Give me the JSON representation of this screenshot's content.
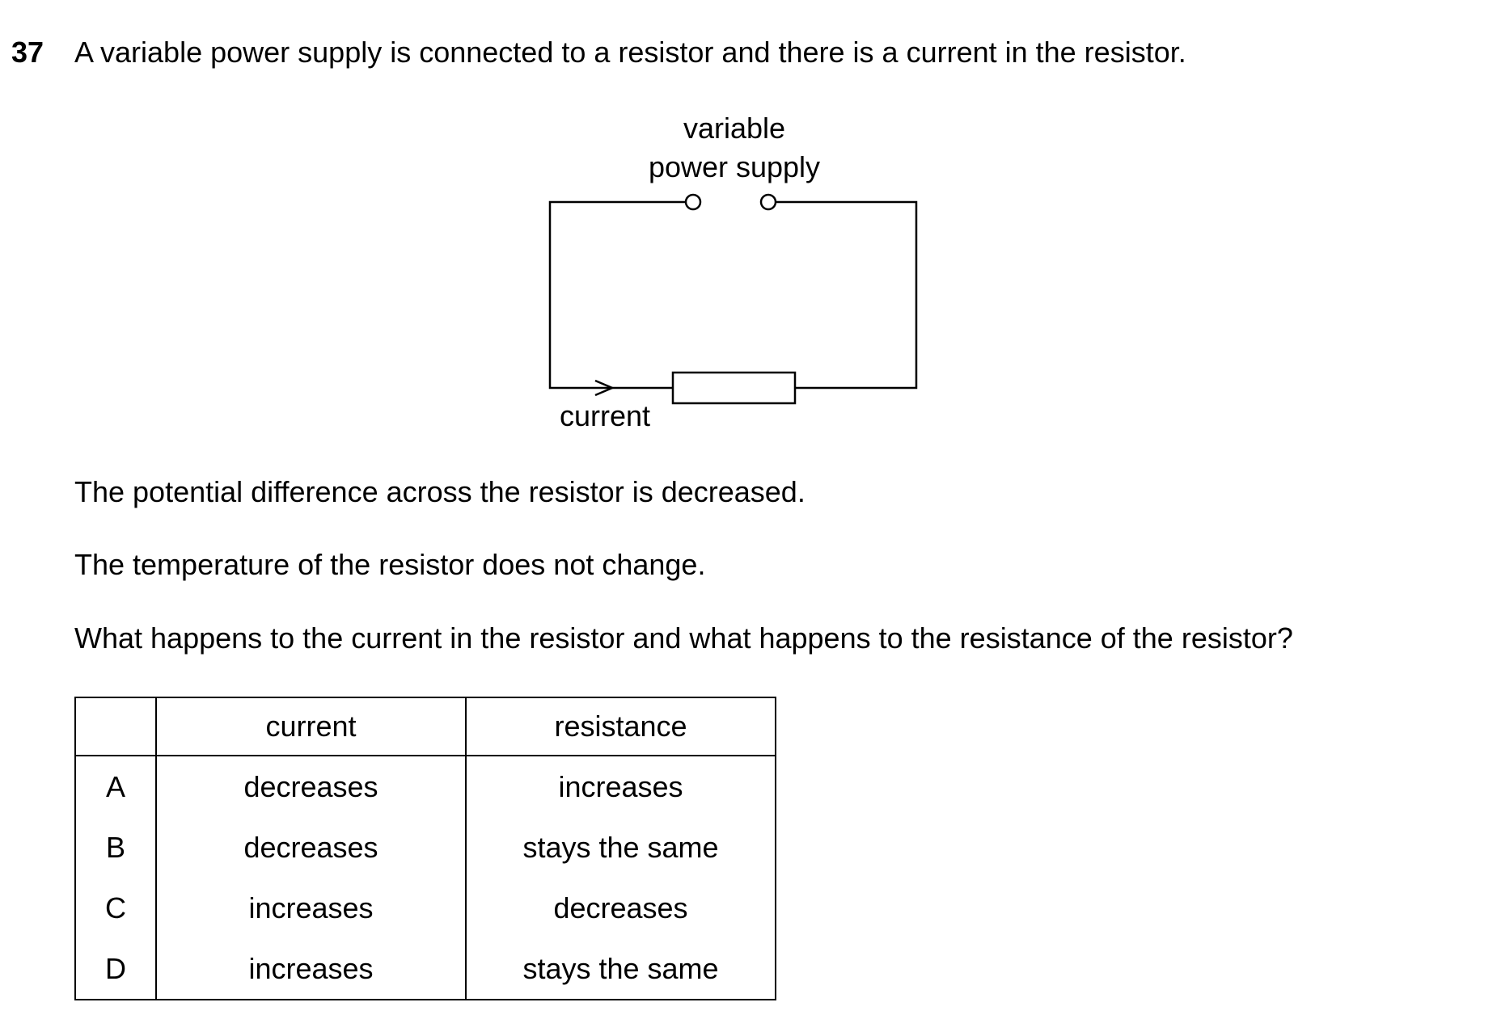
{
  "question": {
    "number": "37",
    "stem": "A variable power supply is connected to a resistor and there is a current in the resistor."
  },
  "diagram": {
    "supply_label_line1": "variable",
    "supply_label_line2": "power supply",
    "current_label": "current"
  },
  "paragraphs": [
    "The potential difference across the resistor is decreased.",
    "The temperature of the resistor does not change.",
    "What happens to the current in the resistor and what happens to the resistance of the resistor?"
  ],
  "table": {
    "headers": [
      "",
      "current",
      "resistance"
    ],
    "rows": [
      {
        "key": "A",
        "current": "decreases",
        "resistance": "increases"
      },
      {
        "key": "B",
        "current": "decreases",
        "resistance": "stays the same"
      },
      {
        "key": "C",
        "current": "increases",
        "resistance": "decreases"
      },
      {
        "key": "D",
        "current": "increases",
        "resistance": "stays the same"
      }
    ]
  }
}
